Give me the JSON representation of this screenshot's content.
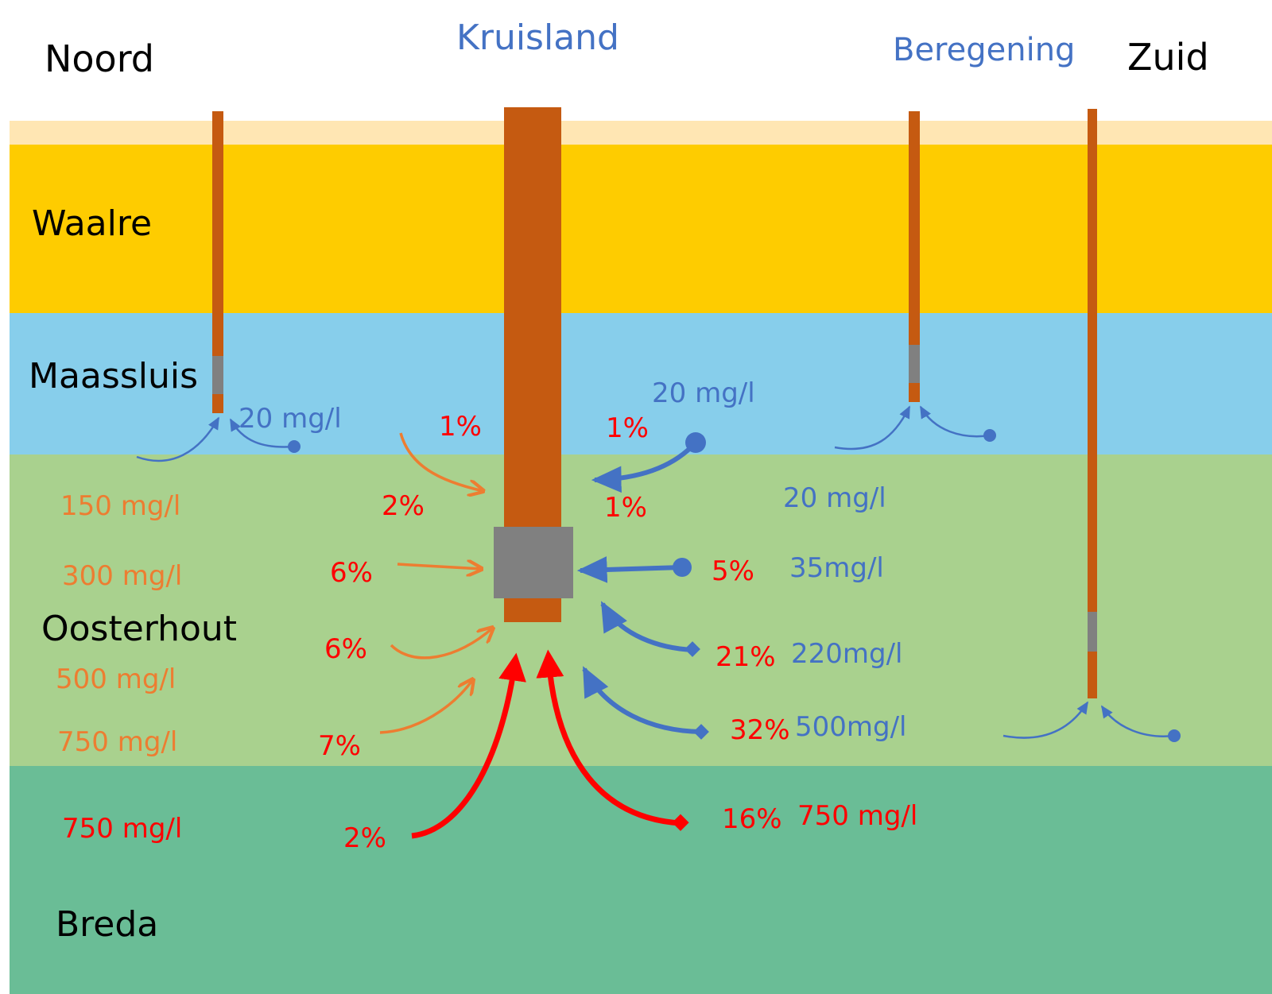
{
  "orientation": {
    "north": "Noord",
    "south": "Zuid"
  },
  "wells": {
    "main": "Kruisland",
    "irrigation": "Beregening"
  },
  "layers": [
    {
      "name": "Waalre",
      "color": "#FECC00"
    },
    {
      "name": "Maassluis",
      "color": "#87CEEB"
    },
    {
      "name": "Oosterhout",
      "color": "#A9D18E"
    },
    {
      "name": "Breda",
      "color": "#6ABD96"
    }
  ],
  "colors": {
    "topsoil": "#FFE6B3",
    "casing": "#C55A11",
    "screen": "#808080",
    "blue_flow": "#4472C4",
    "orange_flow": "#ED7D31",
    "red_flow": "#FF0000"
  },
  "concentrations_left": [
    {
      "value": "150 mg/l",
      "color": "orange"
    },
    {
      "value": "300 mg/l",
      "color": "orange"
    },
    {
      "value": "500 mg/l",
      "color": "orange"
    },
    {
      "value": "750 mg/l",
      "color": "orange"
    },
    {
      "value": "750 mg/l",
      "color": "red"
    }
  ],
  "concentrations_right": {
    "north_well": "20 mg/l",
    "maassluis_right": "20 mg/l",
    "oosterhout_top": "20 mg/l",
    "c35": "35mg/l",
    "c220": "220mg/l",
    "c500": "500mg/l",
    "c750": "750 mg/l"
  },
  "percentages": {
    "orange_1": "1%",
    "orange_2": "2%",
    "orange_6a": "6%",
    "orange_6b": "6%",
    "orange_7": "7%",
    "blue_1a": "1%",
    "blue_1b": "1%",
    "blue_5": "5%",
    "blue_21": "21%",
    "blue_32": "32%",
    "red_2": "2%",
    "red_16": "16%"
  }
}
